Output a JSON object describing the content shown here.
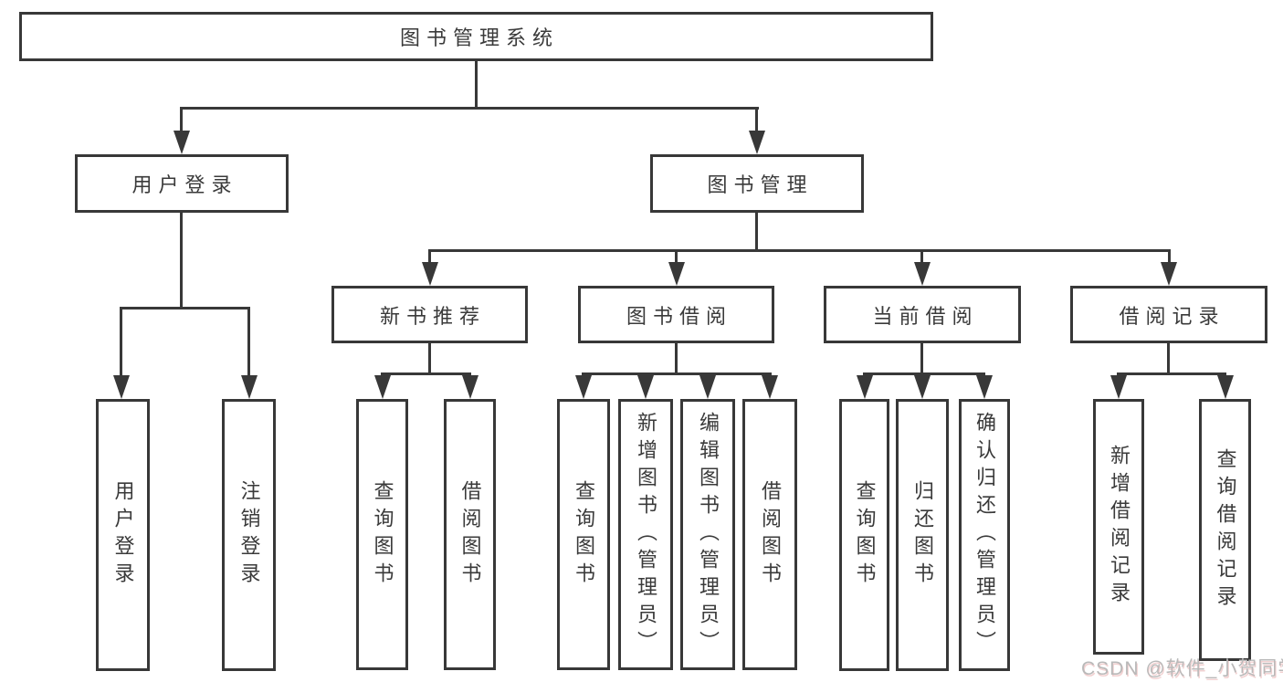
{
  "diagram": {
    "root": {
      "label": "图书管理系统"
    },
    "login": {
      "label": "用户登录",
      "children": [
        {
          "label": "用户登录"
        },
        {
          "label": "注销登录"
        }
      ]
    },
    "mgmt": {
      "label": "图书管理"
    },
    "sections": [
      {
        "label": "新书推荐",
        "children": [
          {
            "label": "查询图书"
          },
          {
            "label": "借阅图书"
          }
        ]
      },
      {
        "label": "图书借阅",
        "children": [
          {
            "label": "查询图书"
          },
          {
            "label": "新增图书（管理员）"
          },
          {
            "label": "编辑图书（管理员）"
          },
          {
            "label": "借阅图书"
          }
        ]
      },
      {
        "label": "当前借阅",
        "children": [
          {
            "label": "查询图书"
          },
          {
            "label": "归还图书"
          },
          {
            "label": "确认归还（管理员）"
          }
        ]
      },
      {
        "label": "借阅记录",
        "children": [
          {
            "label": "新增借阅记录"
          },
          {
            "label": "查询借阅记录"
          }
        ]
      }
    ]
  },
  "watermark": {
    "text": "CSDN @软件_小贺同学"
  },
  "colors": {
    "line": "#383838",
    "text": "#3a3a3a",
    "background": "#ffffff",
    "watermark": "#b9b9b9"
  }
}
